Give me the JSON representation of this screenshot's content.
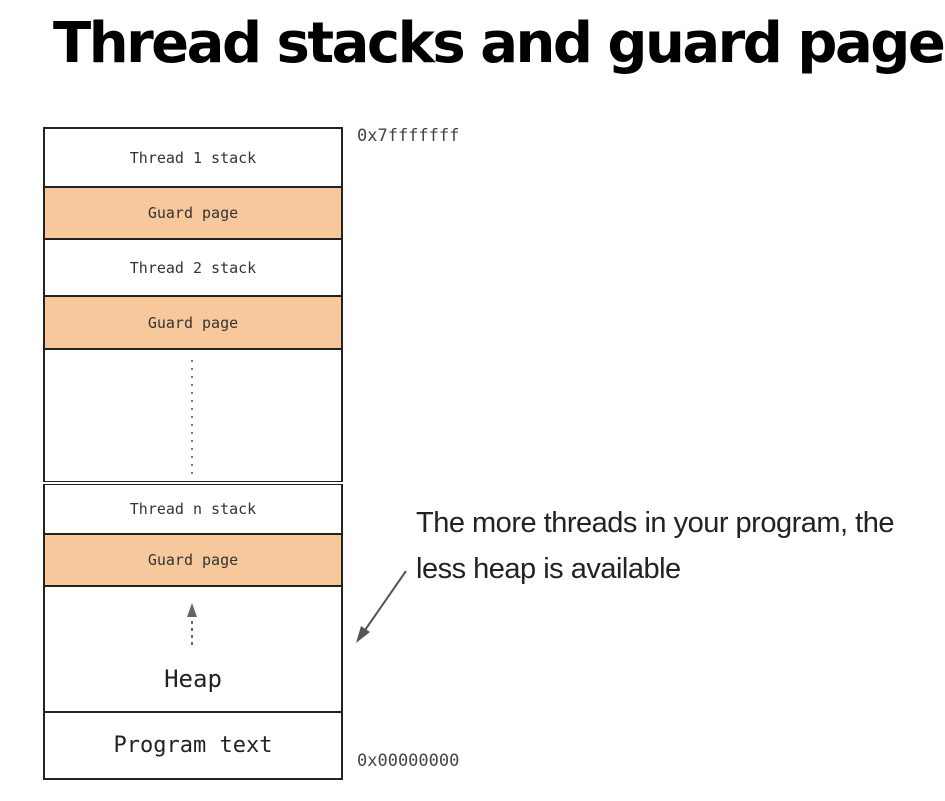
{
  "title": "Thread stacks and guard pages",
  "segments": {
    "thread1": "Thread 1 stack",
    "guard1": "Guard page",
    "thread2": "Thread 2 stack",
    "guard2": "Guard page",
    "threadn": "Thread n stack",
    "guardn": "Guard page",
    "heap": "Heap",
    "program": "Program text"
  },
  "addresses": {
    "top": "0x7fffffff",
    "bottom": "0x00000000"
  },
  "annotation": {
    "line1": "The more threads in your program, the",
    "line2": "less heap is available"
  },
  "colors": {
    "guard_page": "#f7c89c",
    "border": "#222222"
  }
}
